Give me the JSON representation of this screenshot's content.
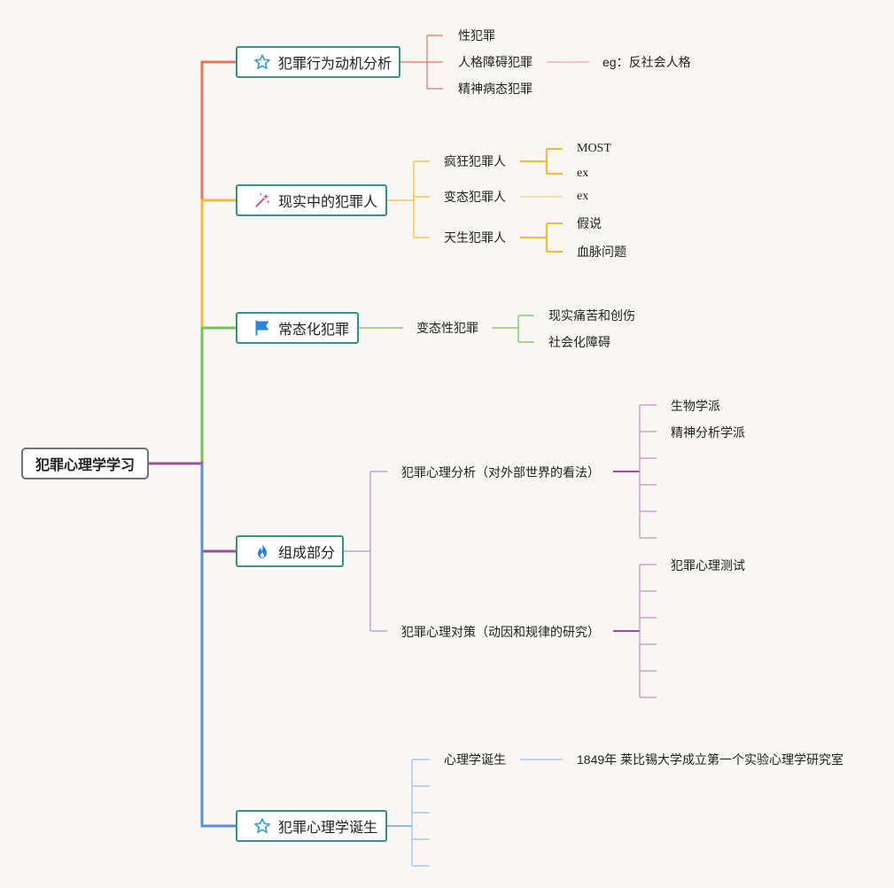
{
  "root": {
    "label": "犯罪心理学学习"
  },
  "colors": {
    "red": "#e8735f",
    "orange": "#f6b93b",
    "green": "#7bbf5b",
    "purple": "#9b4f94",
    "blue": "#5b8fd6",
    "border": "#3a8e8a"
  },
  "branches": [
    {
      "label": "犯罪行为动机分析",
      "icon": "star-icon",
      "children": [
        "性犯罪",
        "人格障碍犯罪",
        "精神病态犯罪"
      ],
      "sub": {
        "label": "eg：反社会人格"
      }
    },
    {
      "label": "现实中的犯罪人",
      "icon": "magic-wand-icon",
      "children": [
        {
          "label": "疯狂犯罪人",
          "children": [
            "MOST",
            "ex"
          ]
        },
        {
          "label": "变态犯罪人",
          "children": [
            "ex"
          ]
        },
        {
          "label": "天生犯罪人",
          "children": [
            "假说",
            "血脉问题"
          ]
        }
      ]
    },
    {
      "label": "常态化犯罪",
      "icon": "flag-icon",
      "children": [
        {
          "label": "变态性犯罪",
          "children": [
            "现实痛苦和创伤",
            "社会化障碍"
          ]
        }
      ]
    },
    {
      "label": "组成部分",
      "icon": "fire-icon",
      "children": [
        {
          "label": "犯罪心理分析（对外部世界的看法）",
          "children": [
            "生物学派",
            "精神分析学派"
          ]
        },
        {
          "label": "犯罪心理对策（动因和规律的研究）",
          "children": [
            "犯罪心理测试"
          ]
        }
      ]
    },
    {
      "label": "犯罪心理学诞生",
      "icon": "star-icon",
      "children": [
        {
          "label": "心理学诞生",
          "children": [
            "1849年 莱比锡大学成立第一个实验心理学研究室"
          ]
        }
      ]
    }
  ]
}
